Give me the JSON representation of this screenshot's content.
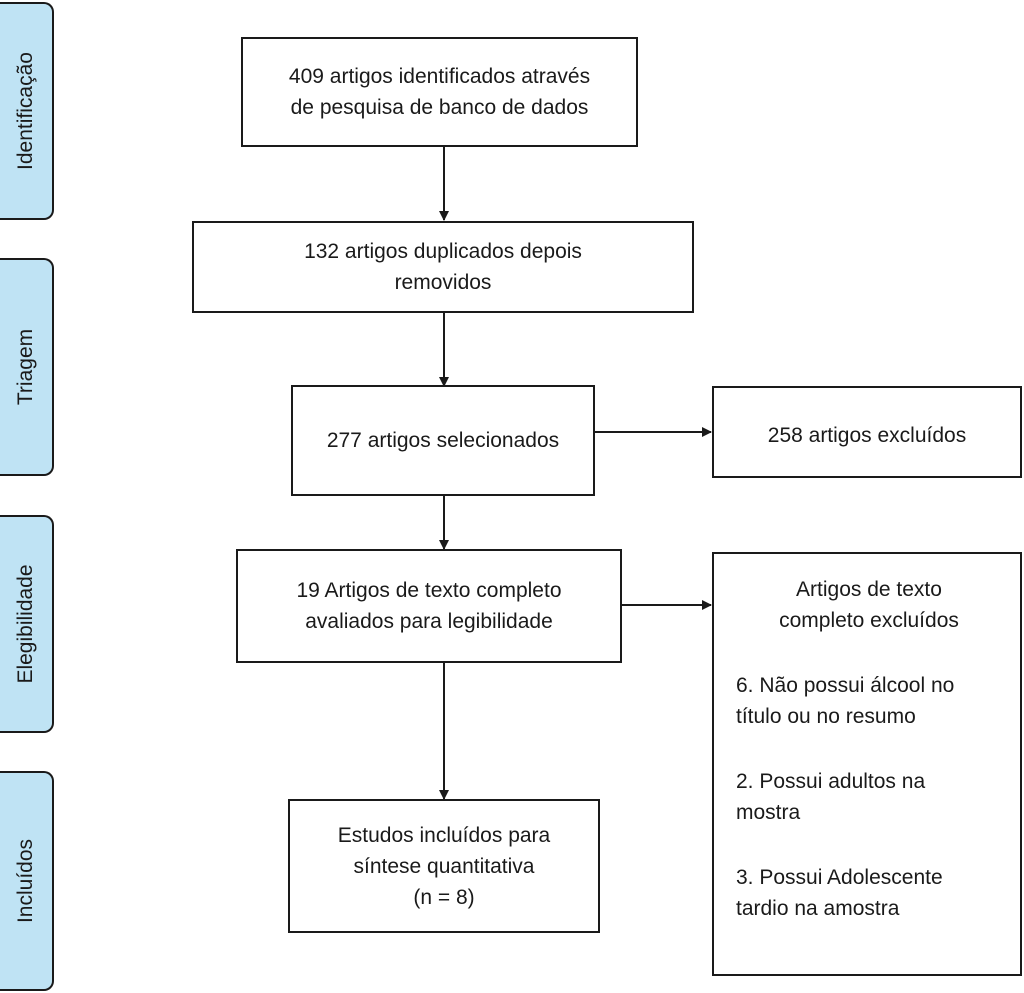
{
  "stages": {
    "identification": "Identificação",
    "screening": "Triagem",
    "eligibility": "Elegibilidade",
    "included": "Incluídos"
  },
  "boxes": {
    "identified": [
      "409 artigos identificados através",
      "de pesquisa de banco de dados"
    ],
    "duplicates": [
      "132 artigos duplicados depois",
      "removidos"
    ],
    "selected": [
      "277 artigos selecionados"
    ],
    "excluded": [
      "258 artigos excluídos"
    ],
    "fulltext": [
      "19 Artigos de texto completo",
      "avaliados para legibilidade"
    ],
    "included": [
      "Estudos incluídos para",
      "síntese quantitativa",
      "(n = 8)"
    ]
  },
  "fulltext_excluded": {
    "title": [
      "Artigos de texto",
      "completo excluídos"
    ],
    "reasons": [
      [
        "6. Não possui álcool no",
        "título ou no resumo"
      ],
      [
        "2. Possui adultos na",
        "mostra"
      ],
      [
        "3. Possui Adolescente",
        "tardio na amostra"
      ]
    ]
  },
  "colors": {
    "stage_fill": "#bfe3f4",
    "stroke": "#1a1a1a"
  }
}
